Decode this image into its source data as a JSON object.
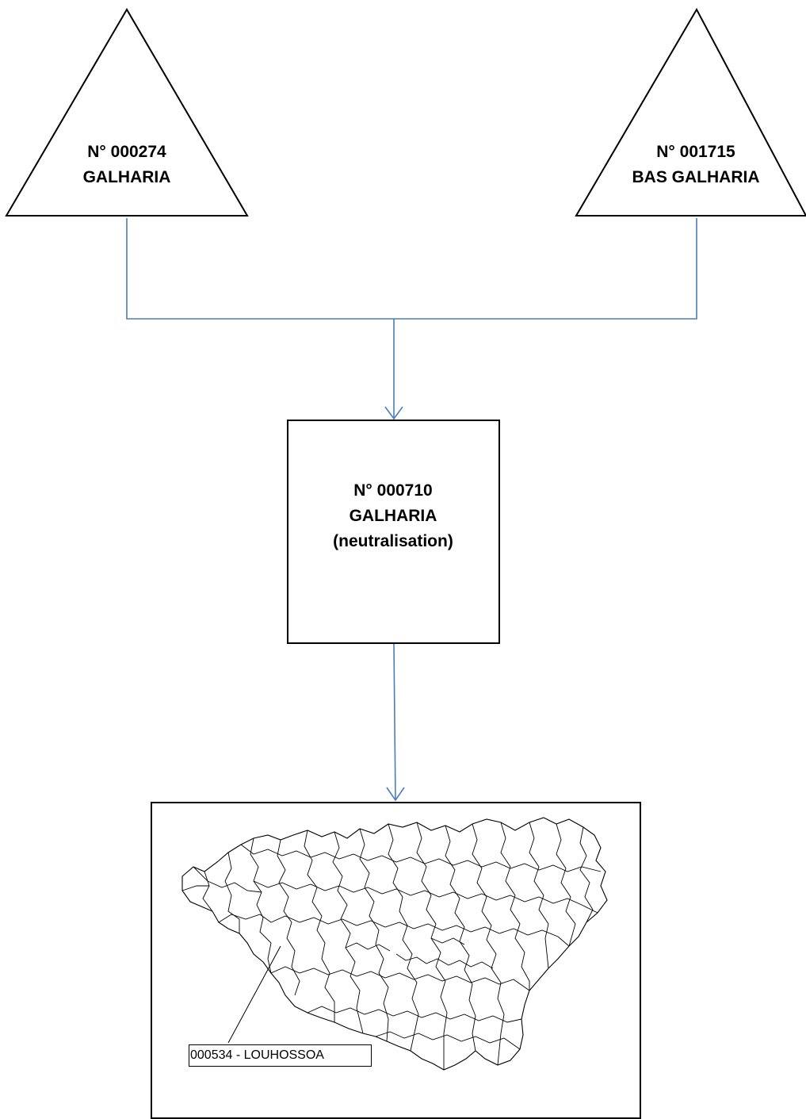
{
  "nodes": {
    "left": {
      "shape": "triangle",
      "lines": [
        "N° 000274",
        "GALHARIA"
      ]
    },
    "right": {
      "shape": "triangle",
      "lines": [
        "N° 001715",
        "BAS GALHARIA"
      ]
    },
    "center": {
      "shape": "rectangle",
      "lines": [
        "N° 000710",
        "GALHARIA",
        "(neutralisation)"
      ]
    }
  },
  "map": {
    "callout_label": "000534 - LOUHOSSOA"
  },
  "colors": {
    "connector": "#4a7ebb",
    "outline": "#000000",
    "background": "#ffffff"
  }
}
